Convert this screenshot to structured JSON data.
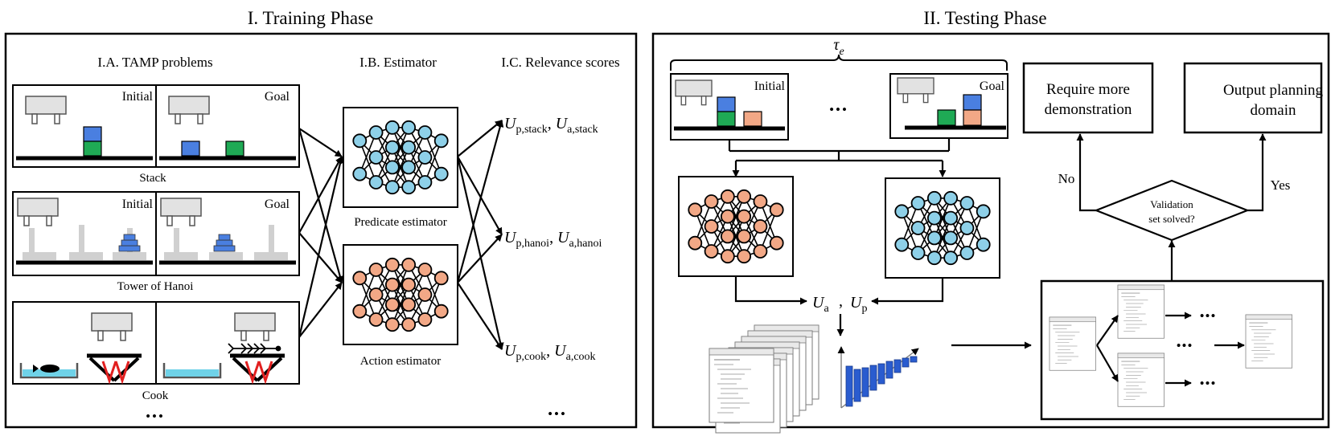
{
  "training": {
    "title": "I. Training Phase",
    "tamp_header": "I.A. TAMP problems",
    "estimator_header": "I.B. Estimator",
    "relevance_header": "I.C. Relevance scores",
    "initial_label": "Initial",
    "goal_label": "Goal",
    "stack_caption": "Stack",
    "hanoi_caption": "Tower of Hanoi",
    "cook_caption": "Cook",
    "ellipsis": "•••",
    "predicate_caption": "Predicate estimator",
    "action_caption": "Action estimator",
    "scores": {
      "stack": {
        "up_base": "U",
        "up_sub": "p,stack",
        "ua_base": "U",
        "ua_sub": "a,stack"
      },
      "hanoi": {
        "up_base": "U",
        "up_sub": "p,hanoi",
        "ua_base": "U",
        "ua_sub": "a,hanoi"
      },
      "cook": {
        "up_base": "U",
        "up_sub": "p,cook",
        "ua_base": "U",
        "ua_sub": "a,cook"
      }
    },
    "scores_ellipsis": "•••"
  },
  "testing": {
    "title": "II. Testing Phase",
    "tau_base": "τ",
    "tau_sub": "e",
    "initial_label": "Initial",
    "goal_label": "Goal",
    "ellipsis": "•••",
    "ua_base": "U",
    "ua_sub": "a",
    "up_base": "U",
    "up_sub": "p",
    "comma": ",",
    "require_line1": "Require more",
    "require_line2": "demonstration",
    "output_line1": "Output planning",
    "output_line2": "domain",
    "decision_line1": "Validation",
    "decision_line2": "set solved?",
    "no_label": "No",
    "yes_label": "Yes",
    "dots": "•••"
  },
  "colors": {
    "predicate_node": "#8ed0e8",
    "action_node": "#f2a886",
    "block_blue": "#4a7fe0",
    "block_green": "#1faa55",
    "block_orange": "#f2a886",
    "gripper_fill": "#e2e2e2",
    "water": "#6fd2e8",
    "flame": "#e22020",
    "bar_blue": "#2a5ccf"
  },
  "icons": [
    "gripper-icon",
    "fish-icon",
    "fish-bone-icon",
    "fire-icon",
    "document-icon",
    "bar-chart-3d-icon"
  ]
}
